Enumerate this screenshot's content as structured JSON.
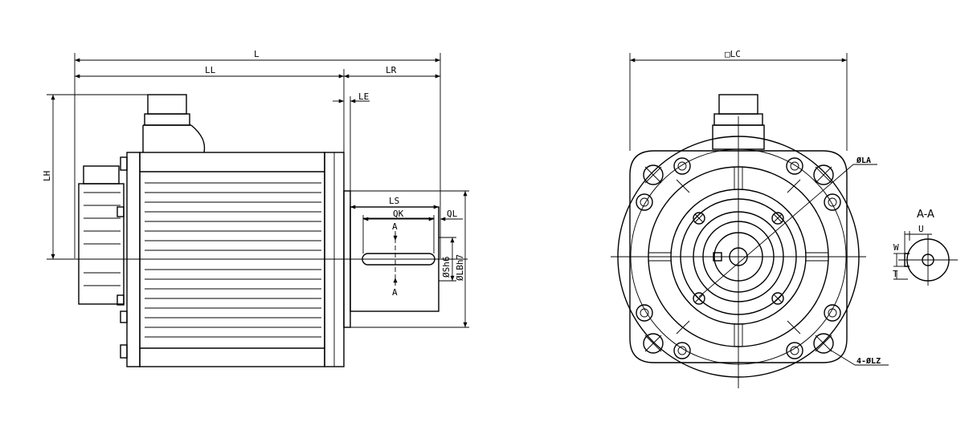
{
  "side_view": {
    "dims": {
      "L": "L",
      "LL": "LL",
      "LR": "LR",
      "LE": "LE",
      "LH": "LH",
      "LS": "LS",
      "QK": "QK",
      "QL": "QL",
      "S": "ØSh6",
      "LB": "ØLBh7"
    },
    "section_marks": [
      "A",
      "A"
    ]
  },
  "front_view": {
    "dims": {
      "LC": "□LC",
      "LA": "ØLA",
      "LZ": "4-ØLZ"
    }
  },
  "section_view": {
    "title": "A-A",
    "dims": {
      "U": "U",
      "W": "W",
      "T": "T"
    }
  }
}
